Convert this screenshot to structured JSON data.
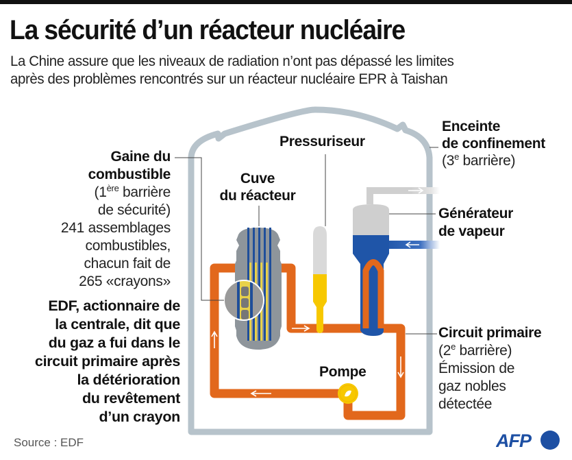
{
  "header": {
    "title": "La sécurité d’un réacteur nucléaire",
    "subtitle_lines": [
      "La Chine assure que les niveaux de radiation n’ont pas dépassé les limites",
      "après des problèmes rencontrés sur un réacteur nucléaire EPR à Taishan"
    ]
  },
  "labels": {
    "gaine": {
      "title_lines": [
        "Gaine du",
        "combustible"
      ],
      "barrier_prefix": "(1",
      "barrier_sup": "ère",
      "barrier_suffix": " barrière",
      "barrier_line2": "de sécurité)",
      "detail_lines": [
        "241 assemblages",
        "combustibles,",
        "chacun fait de",
        "265 «crayons»"
      ]
    },
    "edf_note_lines": [
      "EDF, actionnaire de",
      "la centrale, dit que",
      "du gaz a fui dans le",
      "circuit primaire après",
      "la détérioration",
      "du revêtement",
      "d’un crayon"
    ],
    "cuve_lines": [
      "Cuve",
      "du réacteur"
    ],
    "pressuriseur": "Pressuriseur",
    "enceinte": {
      "title_lines": [
        "Enceinte",
        "de confinement"
      ],
      "barrier_prefix": "(3",
      "barrier_sup": "e",
      "barrier_suffix": " barrière)"
    },
    "generateur_lines": [
      "Générateur",
      "de vapeur"
    ],
    "circuit": {
      "title": "Circuit primaire",
      "barrier_prefix": "(2",
      "barrier_sup": "e",
      "barrier_suffix": " barrière)",
      "detail_lines": [
        "Émission de",
        "gaz nobles",
        "détectée"
      ]
    },
    "pompe": "Pompe"
  },
  "footer": {
    "source": "Source : EDF",
    "logo_text": "AFP"
  },
  "colors": {
    "containment": "#b7c3cb",
    "primary_circuit": "#e2681c",
    "vessel": "#8e959b",
    "fuel_rod_blue": "#1f4e9a",
    "fuel_rod_yellow": "#e8d14a",
    "pressurizer_water": "#f7c800",
    "pressurizer_top": "#d9d9d9",
    "steam_generator_water": "#1f55a8",
    "steam_generator_top": "#cfcfcf",
    "pump": "#f7c800",
    "afp_blue": "#1d4fa3"
  }
}
